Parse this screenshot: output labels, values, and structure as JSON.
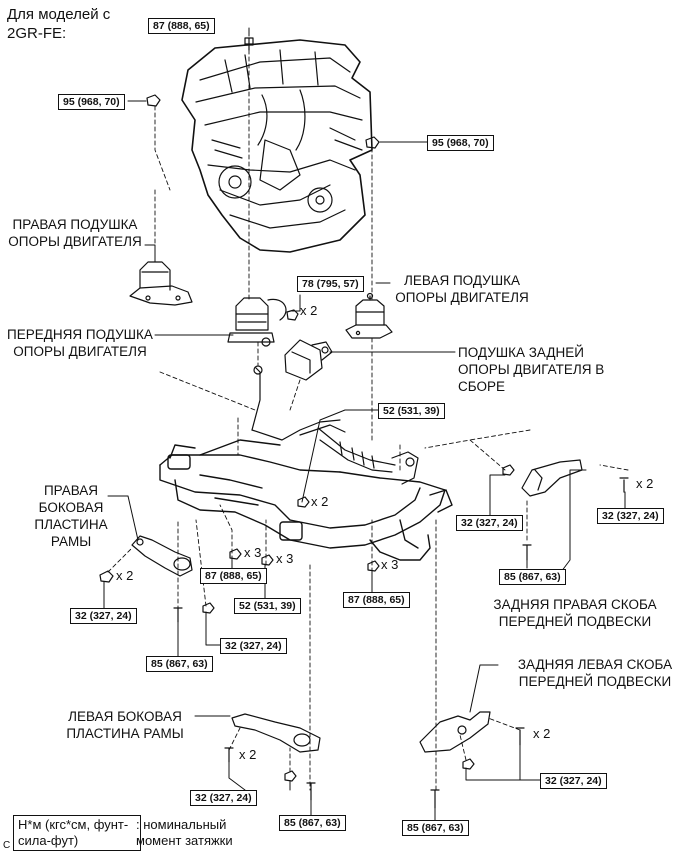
{
  "header": {
    "line1": "Для моделей с",
    "line2": "2GR-FE:"
  },
  "torque_specs": {
    "t_87_888_65": "87 (888, 65)",
    "t_95_968_70": "95 (968, 70)",
    "t_78_795_57": "78 (795, 57)",
    "t_52_531_39": "52 (531, 39)",
    "t_32_327_24": "32 (327, 24)",
    "t_85_867_63": "85 (867, 63)"
  },
  "multiplier": {
    "x2": "x 2",
    "x3": "x 3"
  },
  "labels": {
    "right_engine_mount": "ПРАВАЯ ПОДУШКА\nОПОРЫ ДВИГАТЕЛЯ",
    "left_engine_mount": "ЛЕВАЯ ПОДУШКА\nОПОРЫ ДВИГАТЕЛЯ",
    "front_engine_mount": "ПЕРЕДНЯЯ ПОДУШКА\nОПОРЫ ДВИГАТЕЛЯ",
    "rear_engine_mount": "ПОДУШКА ЗАДНЕЙ\nОПОРЫ ДВИГАТЕЛЯ В\nСБОРЕ",
    "right_side_plate": "ПРАВАЯ\nБОКОВАЯ\nПЛАСТИНА\nРАМЫ",
    "rear_right_bracket": "ЗАДНЯЯ ПРАВАЯ СКОБА\nПЕРЕДНЕЙ ПОДВЕСКИ",
    "rear_left_bracket": "ЗАДНЯЯ ЛЕВАЯ СКОБА\nПЕРЕДНЕЙ ПОДВЕСКИ",
    "left_side_plate": "ЛЕВАЯ БОКОВАЯ\nПЛАСТИНА РАМЫ"
  },
  "legend": {
    "unit": "Н*м (кгс*см, фунт-\nсила-фут)",
    "desc": ": номинальный\nмомент затяжки"
  },
  "figure_code": "C"
}
